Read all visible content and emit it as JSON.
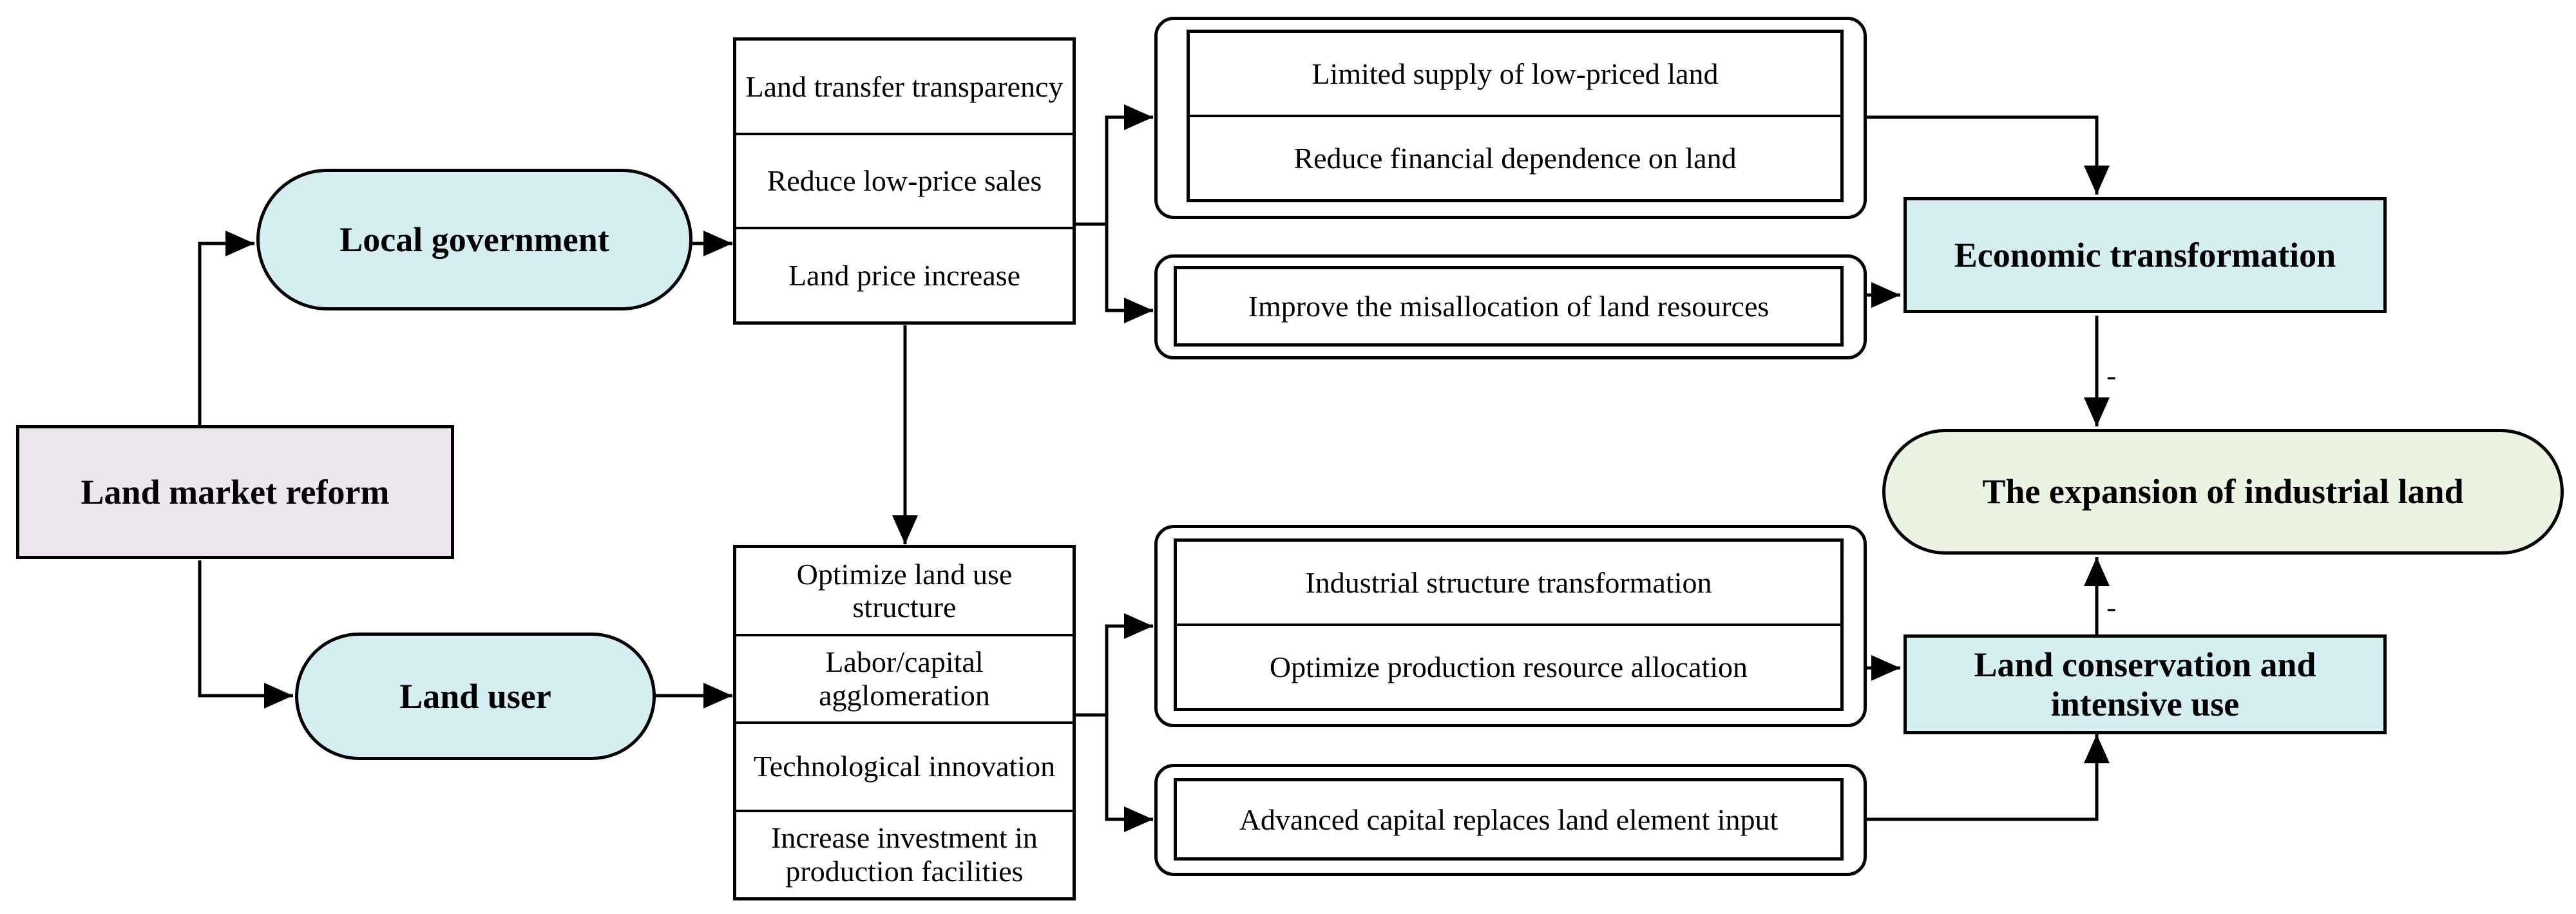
{
  "colors": {
    "line": "#000000",
    "light_blue": "#d5eef2",
    "light_purple": "#ede6ef",
    "light_green": "#ecf3e3"
  },
  "nodes": {
    "land_market_reform": "Land market reform",
    "local_government": "Local government",
    "land_user": "Land user",
    "economic_transformation": "Economic transformation",
    "expansion": "The expansion of industrial land",
    "land_conservation": "Land conservation and intensive use"
  },
  "gov_mechanisms": [
    "Land transfer transparency",
    "Reduce low-price sales",
    "Land price increase"
  ],
  "user_mechanisms": [
    "Optimize land use structure",
    "Labor/capital agglomeration",
    "Technological innovation",
    "Increase investment in production facilities"
  ],
  "gov_effects_top": [
    "Limited supply of low-priced land",
    "Reduce financial dependence on land"
  ],
  "gov_effects_bottom": [
    "Improve the misallocation of land resources"
  ],
  "user_effects_top": [
    "Industrial structure transformation",
    "Optimize production resource allocation"
  ],
  "user_effects_bottom": [
    "Advanced capital replaces land element input"
  ],
  "signs": {
    "economic_to_expansion": "-",
    "conservation_to_expansion": "-"
  }
}
